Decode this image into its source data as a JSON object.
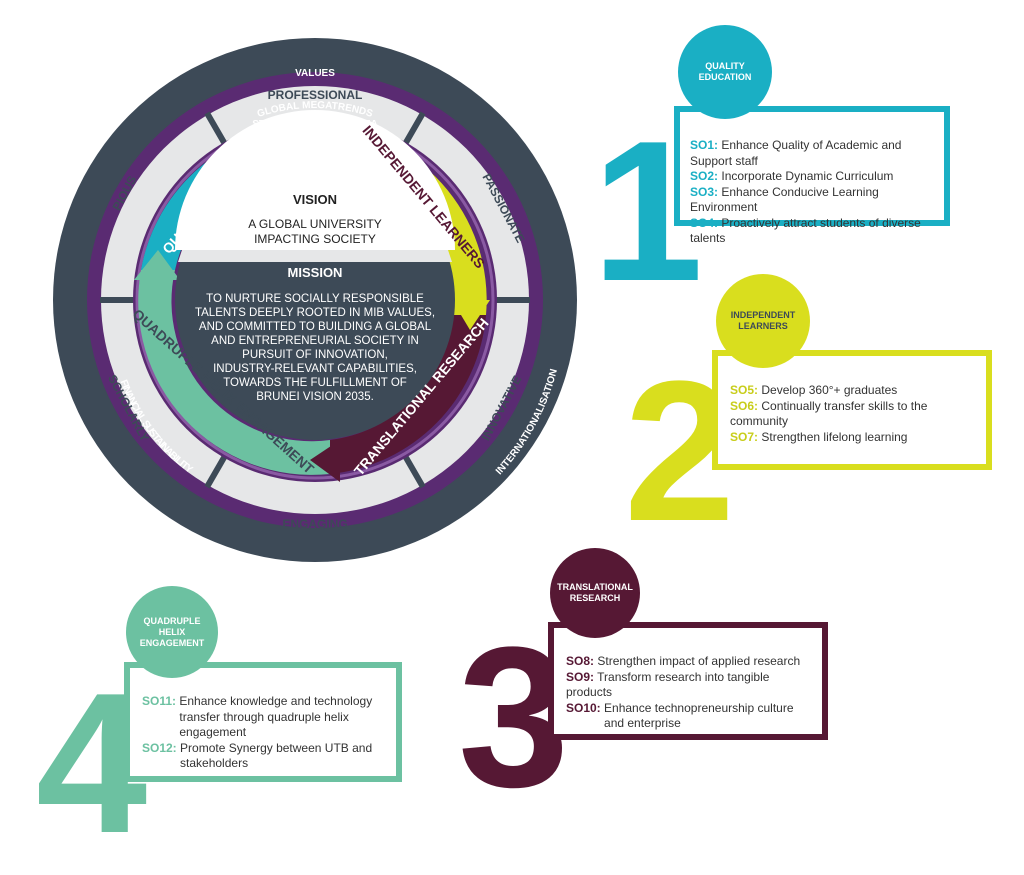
{
  "wheel": {
    "outer_ring": [
      "GLOBAL MEGATRENDS",
      "FINANCIAL SUSTAINABILITY",
      "INTERNATIONALISATION"
    ],
    "values_ring": "VALUES",
    "values": [
      "PROFESSIONAL",
      "PASSIONATE",
      "INNOVATIVE",
      "ENGAGING",
      "SCHOLARLY",
      "PIOUS"
    ],
    "focus_ring": "STRATEGIC FOCUS AREA",
    "focus_areas": [
      "QUALITY EDUCATION",
      "INDEPENDENT LEARNERS",
      "TRANSLATIONAL RESEARCH",
      "QUADRUPLE HELIX ENGAGEMENT"
    ],
    "vision_title": "VISION",
    "vision_lines": [
      "A GLOBAL UNIVERSITY",
      "IMPACTING SOCIETY"
    ],
    "mission_title": "MISSION",
    "mission_lines": [
      "TO NURTURE SOCIALLY RESPONSIBLE",
      "TALENTS DEEPLY ROOTED IN MIB VALUES,",
      "AND COMMITTED TO BUILDING A GLOBAL",
      "AND ENTREPRENEURIAL SOCIETY IN",
      "PURSUIT OF INNOVATION,",
      "INDUSTRY-RELEVANT CAPABILITIES,",
      "TOWARDS THE FULFILLMENT OF",
      "BRUNEI VISION 2035."
    ]
  },
  "colors": {
    "teal": "#1aafc4",
    "yellow": "#d9de1e",
    "maroon": "#561834",
    "green": "#6cc1a1",
    "purple": "#5a2b72",
    "dark": "#3d4a57",
    "light_grey": "#e6e7e8"
  },
  "panels": [
    {
      "number": "1",
      "title_lines": [
        "QUALITY",
        "EDUCATION"
      ],
      "items": [
        {
          "code": "SO1:",
          "text": "Enhance Quality of Academic and Support staff"
        },
        {
          "code": "SO2:",
          "text": "Incorporate Dynamic Curriculum"
        },
        {
          "code": "SO3:",
          "text": "Enhance Conducive Learning Environment"
        },
        {
          "code": "SO4:",
          "text": "Proactively attract students of diverse talents"
        }
      ]
    },
    {
      "number": "2",
      "title_lines": [
        "INDEPENDENT",
        "LEARNERS"
      ],
      "items": [
        {
          "code": "SO5:",
          "text": "Develop 360°+ graduates"
        },
        {
          "code": "SO6:",
          "text": "Continually transfer skills to the community"
        },
        {
          "code": "SO7:",
          "text": "Strengthen lifelong learning"
        }
      ]
    },
    {
      "number": "3",
      "title_lines": [
        "TRANSLATIONAL",
        "RESEARCH"
      ],
      "items": [
        {
          "code": "SO8:",
          "text": "Strengthen impact of applied research"
        },
        {
          "code": "SO9:",
          "text": "Transform research into tangible products"
        },
        {
          "code": "SO10:",
          "text": "Enhance technopreneurship culture and enterprise"
        }
      ]
    },
    {
      "number": "4",
      "title_lines": [
        "QUADRUPLE",
        "HELIX",
        "ENGAGEMENT"
      ],
      "items": [
        {
          "code": "SO11:",
          "text": "Enhance knowledge and technology transfer through quadruple helix engagement"
        },
        {
          "code": "SO12:",
          "text": "Promote Synergy between UTB and stakeholders"
        }
      ]
    }
  ]
}
